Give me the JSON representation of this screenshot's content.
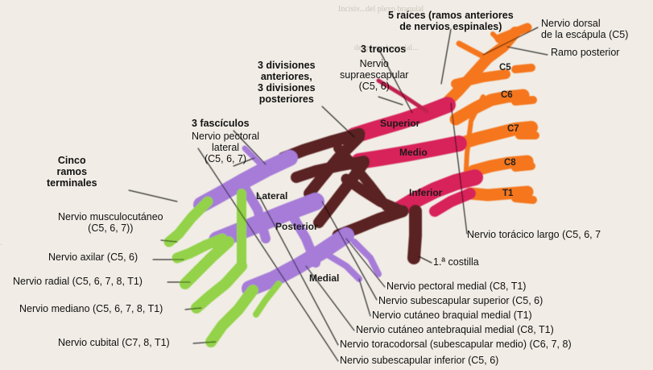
{
  "headings": {
    "raices": "5 raíces (ramos anteriores\nde nervios espinales)",
    "troncos": "3 troncos",
    "divisiones": "3 divisiones\nanteriores,\n3 divisiones\nposteriores",
    "fasciculos": "3 fascículos",
    "ramos_terminales": "Cinco\nramos\nterminales"
  },
  "labels": {
    "dorsal_escapula": "Nervio dorsal\nde la escápula (C5)",
    "ramo_posterior": "Ramo posterior",
    "supraescapular": "Nervio\nsupraescapular\n(C5, 6)",
    "pectoral_lateral": "Nervio pectoral\nlateral\n(C5, 6, 7)",
    "musculocutaneo": "Nervio musculocutáneo\n(C5, 6, 7))",
    "axilar": "Nervio axilar (C5, 6)",
    "radial": "Nervio radial (C5, 6, 7, 8, T1)",
    "mediano": "Nervio mediano (C5, 6, 7, 8, T1)",
    "cubital": "Nervio cubital (C7, 8, T1)",
    "toracico_largo": "Nervio torácico largo (C5, 6, 7",
    "costilla": "1.ª costilla",
    "pectoral_medial": "Nervio pectoral medial (C8, T1)",
    "subescapular_superior": "Nervio subescapular superior (C5, 6)",
    "cutaneo_braquial": "Nervio cutáneo braquial medial (T1)",
    "cutaneo_antebraquial": "Nervio cutáneo antebraquial medial (C8, T1)",
    "toracodorsal": "Nervio toracodorsal (subescapular medio) (C6, 7, 8)",
    "subescapular_inferior": "Nervio subescapular inferior (C5, 6)"
  },
  "tags": {
    "superior": "Superior",
    "medio": "Medio",
    "inferior": "Inferior",
    "lateral": "Lateral",
    "posterior": "Posterior",
    "medial": "Medial"
  },
  "roots": [
    "C5",
    "C6",
    "C7",
    "C8",
    "T1"
  ],
  "colors": {
    "raices": "#f5761f",
    "troncos": "#d8245a",
    "divisiones": "#5a2424",
    "fasciculos": "#a67bd8",
    "ramos_terminales": "#93d24a",
    "leader_lines": "#000000",
    "background": "#f1ede6"
  }
}
